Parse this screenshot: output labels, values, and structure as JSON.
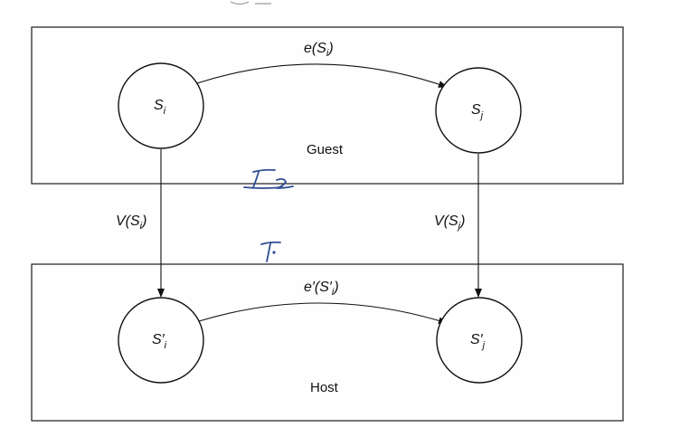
{
  "guest": {
    "label": "Guest",
    "state_left": {
      "base": "S",
      "sub": "i"
    },
    "state_right": {
      "base": "S",
      "sub": "j"
    },
    "edge_label": {
      "pre": "e(",
      "base": "S",
      "sub": "i",
      "post": ")"
    }
  },
  "host": {
    "label": "Host",
    "state_left": {
      "base": "S",
      "prime": "′",
      "sub": "i"
    },
    "state_right": {
      "base": "S",
      "prime": "′",
      "sub": "j"
    },
    "edge_label": {
      "pre": "e′(",
      "base": "S",
      "prime": "′",
      "sub": "i",
      "post": ")"
    }
  },
  "mappings": {
    "left": {
      "pre": "V(",
      "base": "S",
      "sub": "i",
      "post": ")"
    },
    "right": {
      "pre": "V(",
      "base": "S",
      "sub": "j",
      "post": ")"
    }
  },
  "colors": {
    "stroke": "#111111",
    "handwriting": "#2f4d92"
  }
}
